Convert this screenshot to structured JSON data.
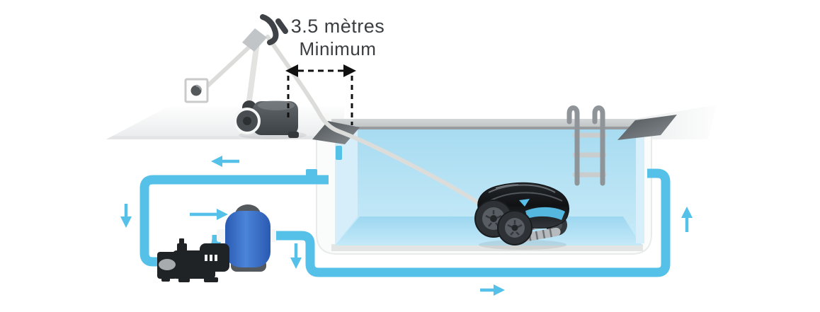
{
  "labels": {
    "distance_line1": "3.5 mètres",
    "distance_line2": "Minimum"
  },
  "colors": {
    "c-pipe": "#55C0E8",
    "c-arrow": "#55C0E8",
    "c-water-top": "#A7DBF1",
    "c-water-bottom": "#C9EBF8",
    "c-floor-top": "#9DD7F0",
    "c-floor-bottom": "#C4E9F8",
    "c-wall-light": "#D5EEFA",
    "c-filter-blue": "#3A6FC6",
    "c-equipment-dark": "#202326",
    "c-coping": "#5F6568",
    "c-cable": "#DCDDDB",
    "c-robot-accent": "#58BFE9",
    "c-measure": "#111111",
    "c-text": "#3A3E41"
  },
  "components": {
    "power_outlet": "wall-outlet",
    "cable_hook": "caddy-cable-hook",
    "power_supply": "power-supply-on-caddy",
    "floating_cable": "floating-cable",
    "pool": "in-ground-pool-cross-section",
    "ladder": "pool-ladder",
    "robot": "robotic-pool-cleaner",
    "pump": "filtration-pump",
    "filter": "filter-tank",
    "pipes": "water-circulation-pipes"
  },
  "flow_arrows": [
    {
      "direction": "left",
      "location": "top-pipe"
    },
    {
      "direction": "down",
      "location": "left-pipe"
    },
    {
      "direction": "right",
      "location": "pump-inlet"
    },
    {
      "direction": "down",
      "location": "filter-outlet"
    },
    {
      "direction": "right",
      "location": "bottom-pipe"
    },
    {
      "direction": "up",
      "location": "return-pipe"
    }
  ]
}
